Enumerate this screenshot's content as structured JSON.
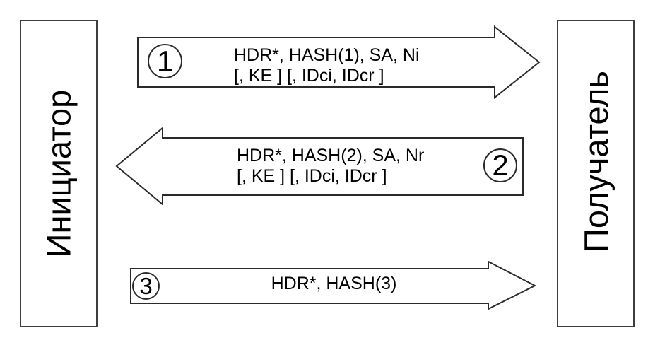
{
  "actors": {
    "initiator": "Инициатор",
    "responder": "Получатель"
  },
  "messages": [
    {
      "number": "1",
      "direction": "right",
      "line1": "HDR*, HASH(1), SA, Ni",
      "line2": "[, KE ] [, IDci, IDcr ]"
    },
    {
      "number": "2",
      "direction": "left",
      "line1": "HDR*, HASH(2), SA, Nr",
      "line2": "[, KE ] [, IDci, IDcr ]"
    },
    {
      "number": "3",
      "direction": "right",
      "line1": "HDR*, HASH(3)",
      "line2": ""
    }
  ],
  "colors": {
    "background": "#ffffff",
    "box_stroke": "#3e3e3e",
    "arrow_stroke": "#2a2a2a",
    "text": "#000000"
  }
}
